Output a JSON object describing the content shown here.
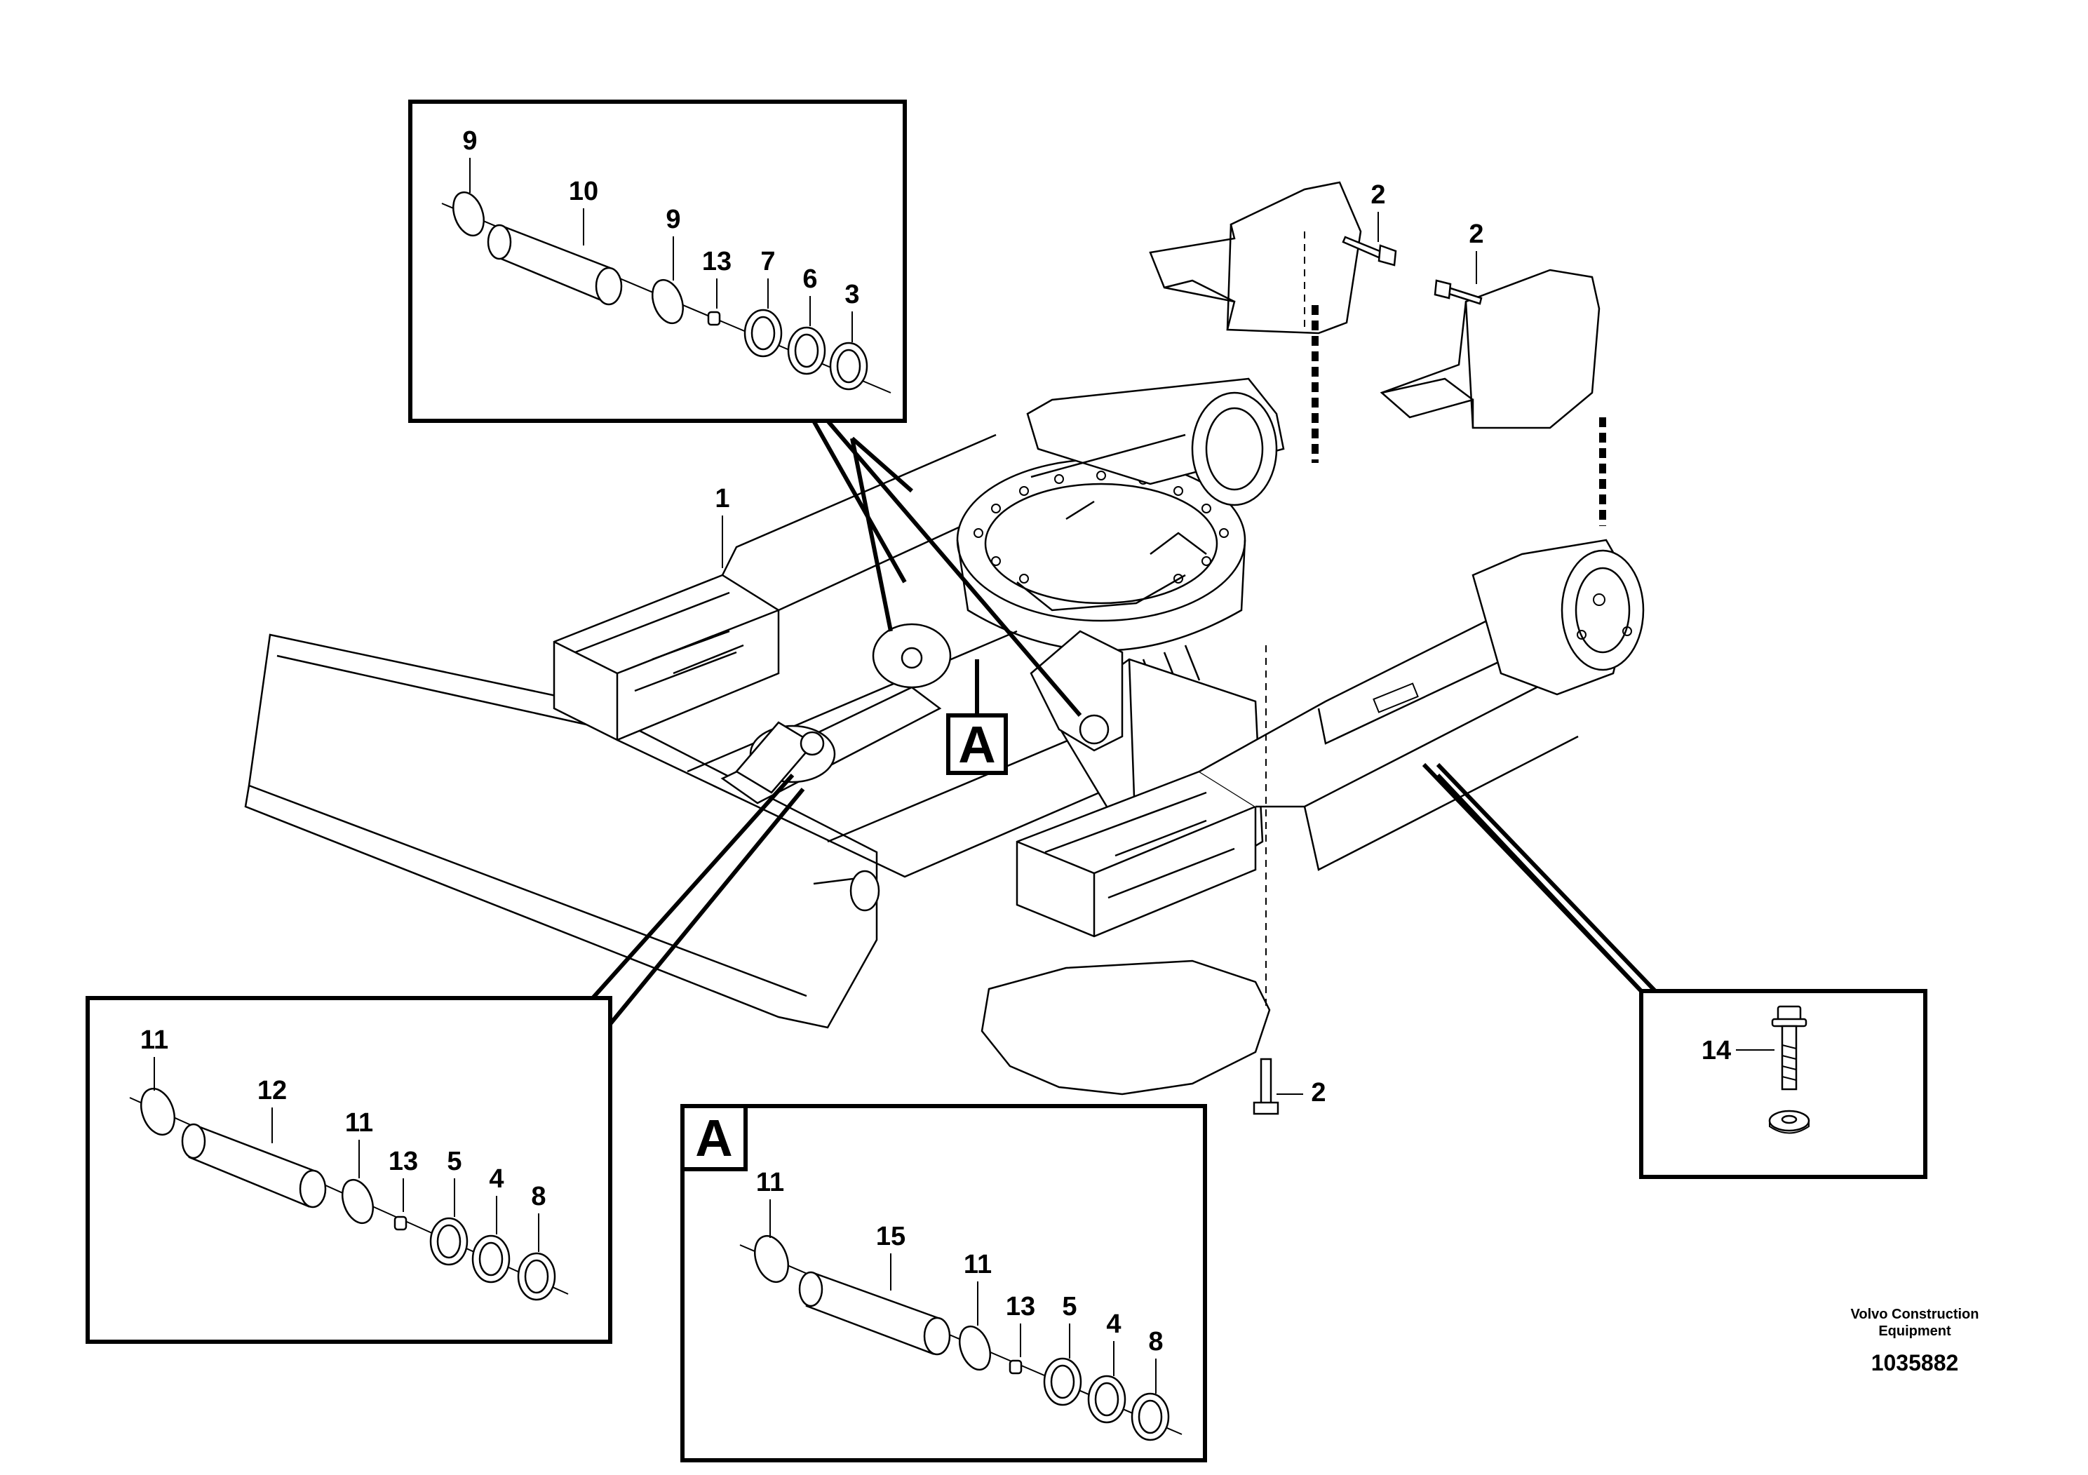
{
  "diagram": {
    "callouts": {
      "c1": "1",
      "c2a": "2",
      "c2b": "2",
      "c2c": "2",
      "topbox_9a": "9",
      "topbox_10": "10",
      "topbox_9b": "9",
      "topbox_13": "13",
      "topbox_7": "7",
      "topbox_6": "6",
      "topbox_3": "3",
      "leftbox_11a": "11",
      "leftbox_12": "12",
      "leftbox_11b": "11",
      "leftbox_13": "13",
      "leftbox_5": "5",
      "leftbox_4": "4",
      "leftbox_8": "8",
      "boxA_title": "A",
      "boxA_11a": "11",
      "boxA_15": "15",
      "boxA_11b": "11",
      "boxA_13": "13",
      "boxA_5": "5",
      "boxA_4": "4",
      "boxA_8": "8",
      "marker_A": "A",
      "rightbox_14": "14"
    }
  },
  "footer": {
    "company_line1": "Volvo Construction",
    "company_line2": "Equipment",
    "drawing_number": "1035882"
  }
}
